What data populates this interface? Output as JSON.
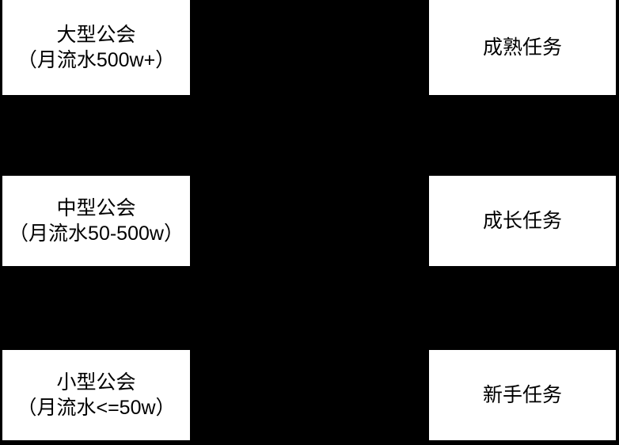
{
  "diagram": {
    "background_color": "#000000",
    "box_fill_color": "#ffffff",
    "text_color": "#000000",
    "left_column": [
      {
        "title": "大型公会",
        "subtitle": "（月流水500w+）"
      },
      {
        "title": "中型公会",
        "subtitle": "（月流水50-500w）"
      },
      {
        "title": "小型公会",
        "subtitle": "（月流水<=50w）"
      }
    ],
    "right_column": [
      {
        "label": "成熟任务"
      },
      {
        "label": "成长任务"
      },
      {
        "label": "新手任务"
      }
    ]
  }
}
